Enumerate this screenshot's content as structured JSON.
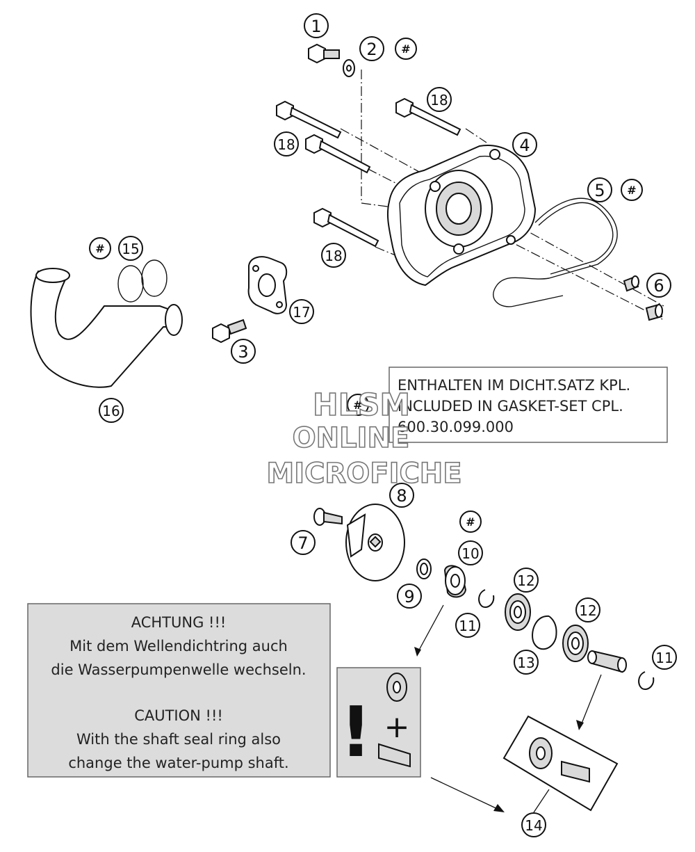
{
  "callouts": {
    "c1": "1",
    "c2": "2",
    "c3": "3",
    "c4": "4",
    "c5": "5",
    "c6": "6",
    "c7": "7",
    "c8": "8",
    "c9": "9",
    "c10": "10",
    "c11": "11",
    "c12": "12",
    "c13": "13",
    "c14": "14",
    "c15": "15",
    "c16": "16",
    "c17": "17",
    "c18": "18"
  },
  "gasket_marker": "#",
  "gasket_note": {
    "line1": "ENTHALTEN IM DICHT.SATZ KPL.",
    "line2": "INCLUDED IN GASKET-SET CPL.",
    "line3": "600.30.099.000"
  },
  "caution_note": {
    "de_title": "ACHTUNG !!!",
    "de_line1": "Mit dem Wellendichtring auch",
    "de_line2": "die Wasserpumpenwelle wechseln.",
    "en_title": "CAUTION !!!",
    "en_line1": "With the shaft seal ring also",
    "en_line2": "change the water-pump shaft."
  },
  "warning_box": {
    "exclamation": "!",
    "plus": "+"
  },
  "watermark": {
    "line1": "HLSM",
    "line2": "ONLINE",
    "line3": "MICROFICHE"
  }
}
